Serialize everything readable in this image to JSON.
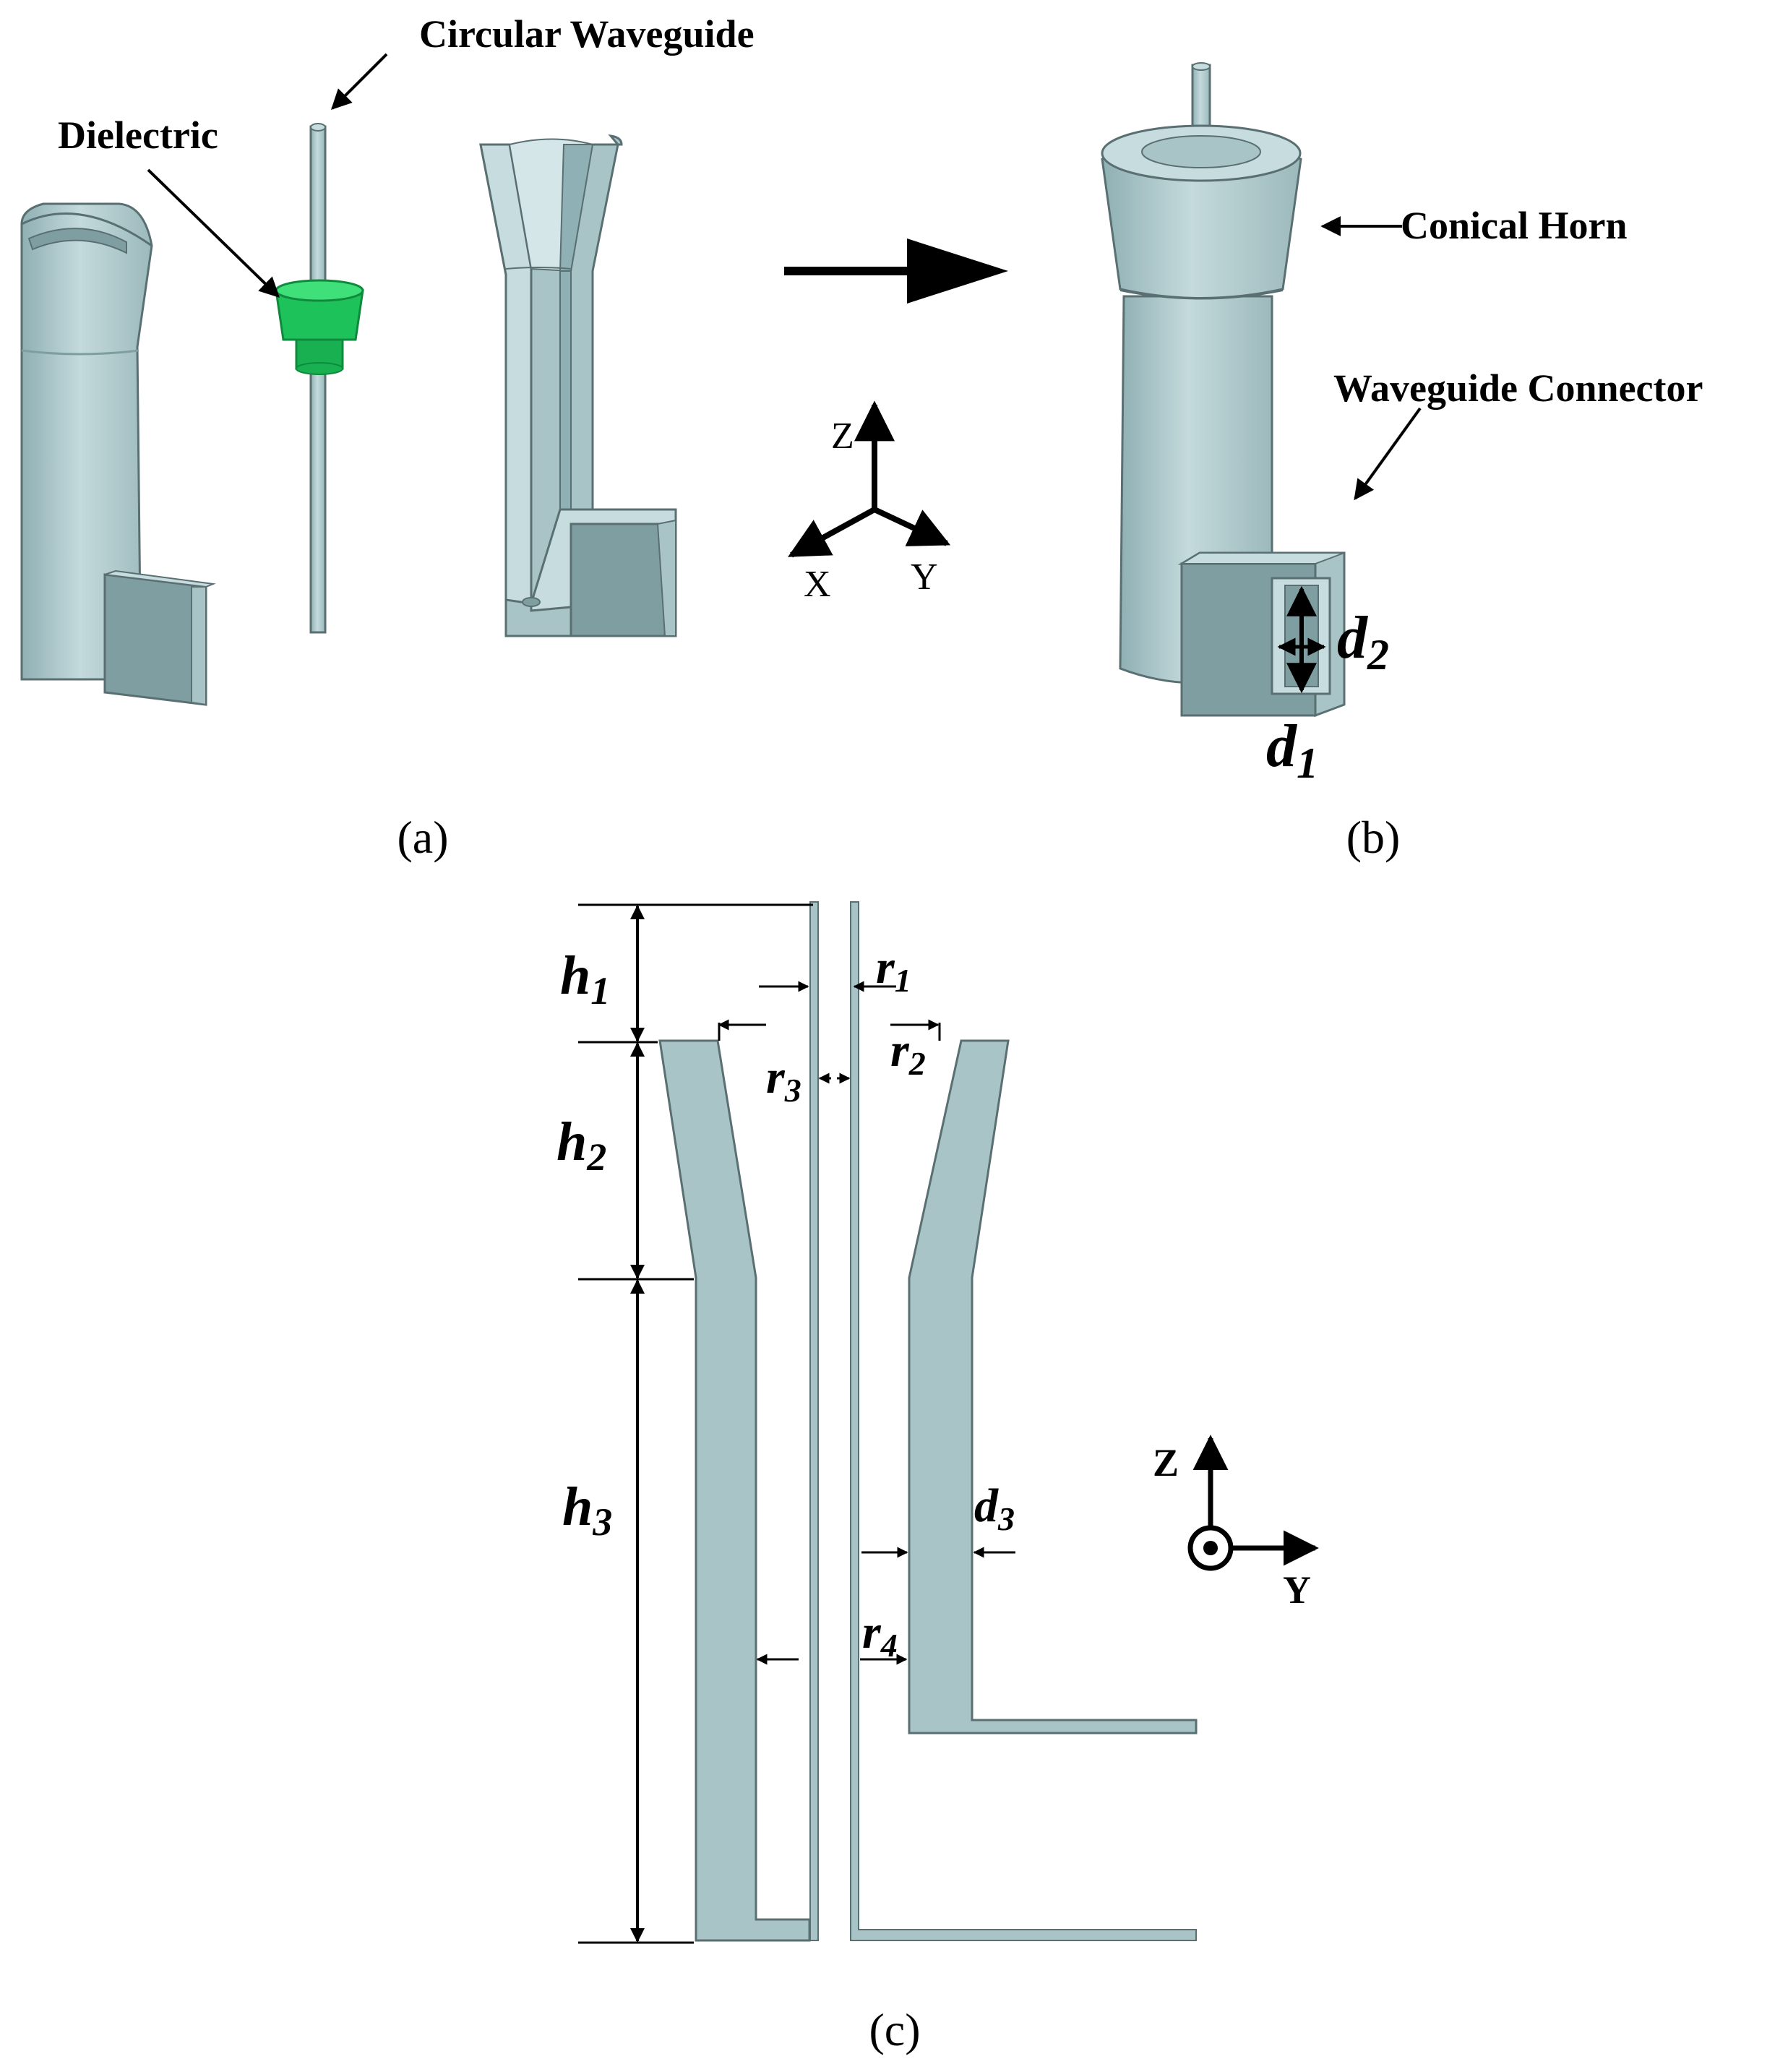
{
  "panels": {
    "a": {
      "caption": "(a)"
    },
    "b": {
      "caption": "(b)"
    },
    "c": {
      "caption": "(c)"
    }
  },
  "labels": {
    "circular_waveguide": "Circular Waveguide",
    "dielectric": "Dielectric",
    "conical_horn": "Conical Horn",
    "waveguide_connector": "Waveguide Connector"
  },
  "axes_3d": {
    "z": "Z",
    "x": "X",
    "y": "Y"
  },
  "axes_2d": {
    "z": "Z",
    "y": "Y"
  },
  "dimensions": {
    "d1": {
      "base": "d",
      "sub": "1"
    },
    "d2": {
      "base": "d",
      "sub": "2"
    },
    "d3": {
      "base": "d",
      "sub": "3"
    },
    "h1": {
      "base": "h",
      "sub": "1"
    },
    "h2": {
      "base": "h",
      "sub": "2"
    },
    "h3": {
      "base": "h",
      "sub": "3"
    },
    "r1": {
      "base": "r",
      "sub": "1"
    },
    "r2": {
      "base": "r",
      "sub": "2"
    },
    "r3": {
      "base": "r",
      "sub": "3"
    },
    "r4": {
      "base": "r",
      "sub": "4"
    }
  },
  "colors": {
    "metal": "#a9c4c7",
    "metal_dark": "#7f9ea2",
    "metal_light": "#c7dcde",
    "dielectric": "#1ec25a",
    "outline": "#5a6f72",
    "ink": "#000000"
  }
}
